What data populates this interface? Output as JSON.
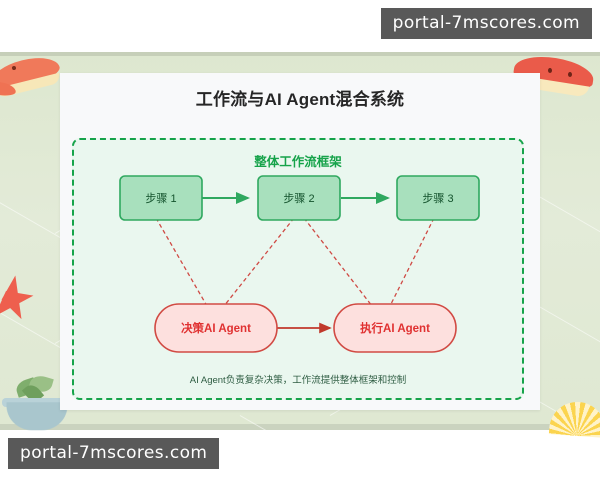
{
  "watermark": {
    "top_right": "portal-7mscores.com",
    "bottom_left": "portal-7mscores.com"
  },
  "card": {
    "title": "工作流与AI Agent混合系统"
  },
  "workflow": {
    "container_label": "整体工作流框架",
    "steps": [
      {
        "label": "步骤 1"
      },
      {
        "label": "步骤 2"
      },
      {
        "label": "步骤 3"
      }
    ],
    "agents": [
      {
        "label": "决策AI Agent"
      },
      {
        "label": "执行AI Agent"
      }
    ],
    "caption": "AI Agent负责复杂决策，工作流提供整体框架和控制"
  },
  "colors": {
    "accent_green": "#16a34a",
    "step_fill": "#a8e0bd",
    "step_border": "#2fa85f",
    "agent_fill": "#fde0de",
    "agent_border": "#d14a43",
    "agent_text": "#e03131",
    "container_fill": "#eaf7ef",
    "card_bg": "#f8f9fa",
    "slide_bg": "#dfe8d2",
    "watermark_bg": "#595959"
  }
}
